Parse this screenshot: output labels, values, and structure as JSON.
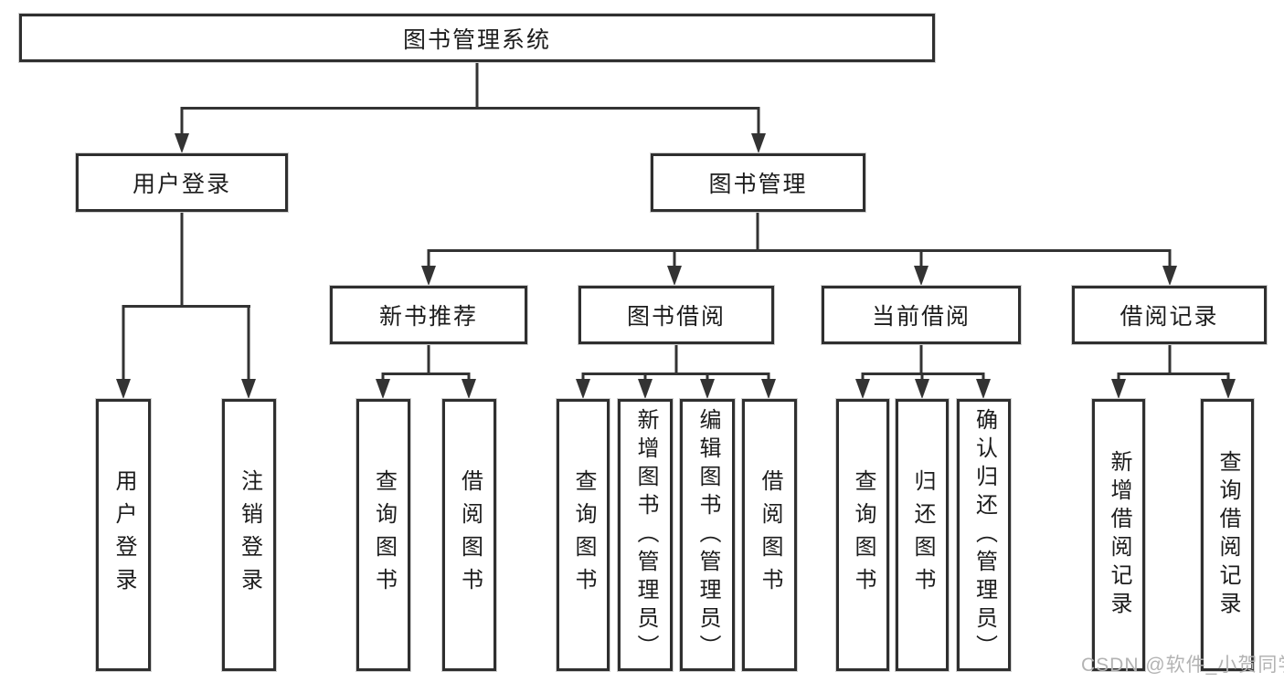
{
  "diagram_type": "functional-structure-tree",
  "colors": {
    "line": "#333333",
    "box_border": "#2f2f2f",
    "text": "#1c1c1c",
    "watermark": "#b3b3b3",
    "background": "#ffffff"
  },
  "watermark": "CSDN @软件_小贺同学",
  "tree": {
    "label": "图书管理系统",
    "children": [
      {
        "label": "用户登录",
        "children": [
          {
            "label": "用户登录"
          },
          {
            "label": "注销登录"
          }
        ]
      },
      {
        "label": "图书管理",
        "children": [
          {
            "label": "新书推荐",
            "children": [
              {
                "label": "查询图书"
              },
              {
                "label": "借阅图书"
              }
            ]
          },
          {
            "label": "图书借阅",
            "children": [
              {
                "label": "查询图书"
              },
              {
                "label": "新增图书（管理员）"
              },
              {
                "label": "编辑图书（管理员）"
              },
              {
                "label": "借阅图书"
              }
            ]
          },
          {
            "label": "当前借阅",
            "children": [
              {
                "label": "查询图书"
              },
              {
                "label": "归还图书"
              },
              {
                "label": "确认归还（管理员）"
              }
            ]
          },
          {
            "label": "借阅记录",
            "children": [
              {
                "label": "新增借阅记录"
              },
              {
                "label": "查询借阅记录"
              }
            ]
          }
        ]
      }
    ]
  }
}
